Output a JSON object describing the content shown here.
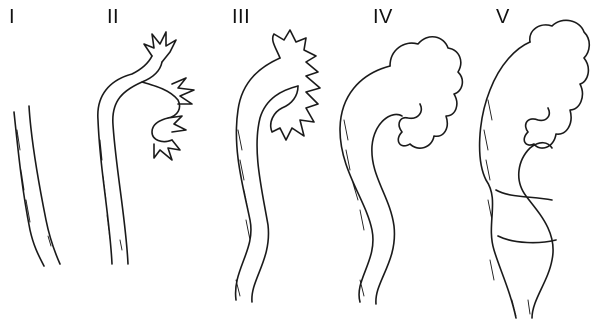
{
  "stages": [
    {
      "numeral": "I"
    },
    {
      "numeral": "II"
    },
    {
      "numeral": "III"
    },
    {
      "numeral": "IV"
    },
    {
      "numeral": "V"
    }
  ]
}
